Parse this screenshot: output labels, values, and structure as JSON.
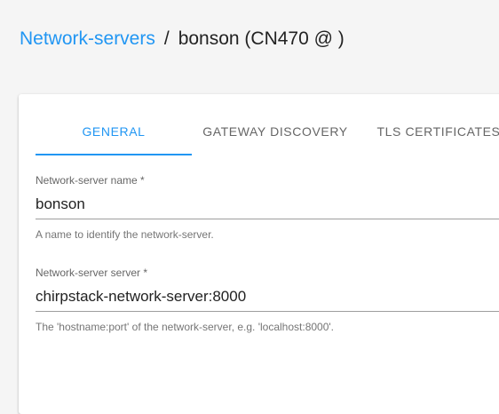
{
  "breadcrumb": {
    "parent": "Network-servers",
    "separator": "/",
    "current": "bonson (CN470 @ )"
  },
  "tabs": [
    {
      "label": "GENERAL",
      "active": true
    },
    {
      "label": "GATEWAY DISCOVERY",
      "active": false
    },
    {
      "label": "TLS CERTIFICATES",
      "active": false
    }
  ],
  "form": {
    "name": {
      "label": "Network-server name *",
      "value": "bonson",
      "help": "A name to identify the network-server."
    },
    "server": {
      "label": "Network-server server *",
      "value": "chirpstack-network-server:8000",
      "help": "The 'hostname:port' of the network-server, e.g. 'localhost:8000'."
    }
  },
  "colors": {
    "accent": "#2196f3",
    "text": "#222222",
    "muted": "#666666",
    "background": "#f5f5f5"
  }
}
